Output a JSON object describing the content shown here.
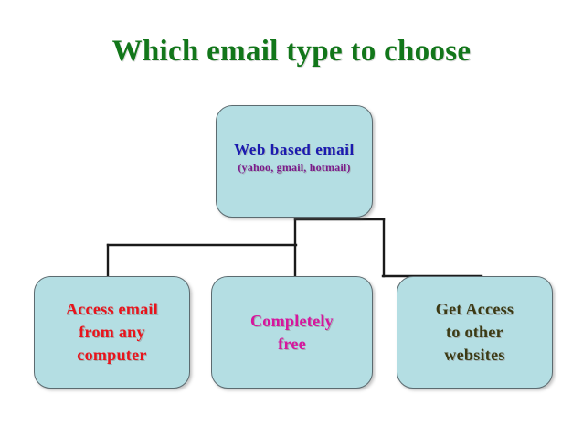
{
  "slide": {
    "title": "Which email type to choose",
    "title_color": "#12761a",
    "background_color": "#ffffff"
  },
  "theme": {
    "node_fill": "#b4dee3",
    "node_border": "#5c6b70",
    "connector_color": "#1a1a1a"
  },
  "diagram": {
    "type": "tree",
    "root": {
      "name": "web-based-email",
      "title": "Web based email",
      "title_color": "#1a1ab0",
      "subtitle": "(yahoo, gmail, hotmail)",
      "subtitle_color": "#7a1a8c"
    },
    "children": [
      {
        "name": "access-email-from-any-computer",
        "label": "Access email\nfrom any\ncomputer",
        "text_color": "#e8141c"
      },
      {
        "name": "completely-free",
        "label": "Completely\nfree",
        "text_color": "#d6169e"
      },
      {
        "name": "get-access-to-other-websites",
        "label": "Get Access\nto other\nwebsites",
        "text_color": "#3b3a14"
      }
    ]
  }
}
